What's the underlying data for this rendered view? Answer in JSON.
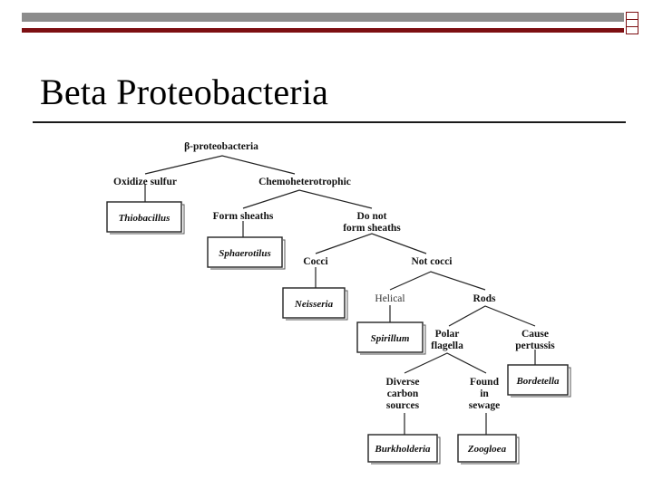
{
  "slide": {
    "title": "Beta Proteobacteria"
  },
  "diagram": {
    "root": "β-proteobacteria",
    "oxidize_sulfur": "Oxidize sulfur",
    "chemoheterotrophic": "Chemoheterotrophic",
    "thiobacillus": "Thiobacillus",
    "form_sheaths": "Form sheaths",
    "do_not_form_sheaths_l1": "Do not",
    "do_not_form_sheaths_l2": "form sheaths",
    "sphaerotilus": "Sphaerotilus",
    "cocci": "Cocci",
    "not_cocci": "Not cocci",
    "neisseria": "Neisseria",
    "helical": "Helical",
    "rods": "Rods",
    "spirillum": "Spirillum",
    "polar_flagella_l1": "Polar",
    "polar_flagella_l2": "flagella",
    "cause_pertussis_l1": "Cause",
    "cause_pertussis_l2": "pertussis",
    "diverse_l1": "Diverse",
    "diverse_l2": "carbon",
    "diverse_l3": "sources",
    "found_l1": "Found",
    "found_l2": "in",
    "found_l3": "sewage",
    "bordetella": "Bordetella",
    "burkholderia": "Burkholderia",
    "zoogloea": "Zoogloea"
  }
}
